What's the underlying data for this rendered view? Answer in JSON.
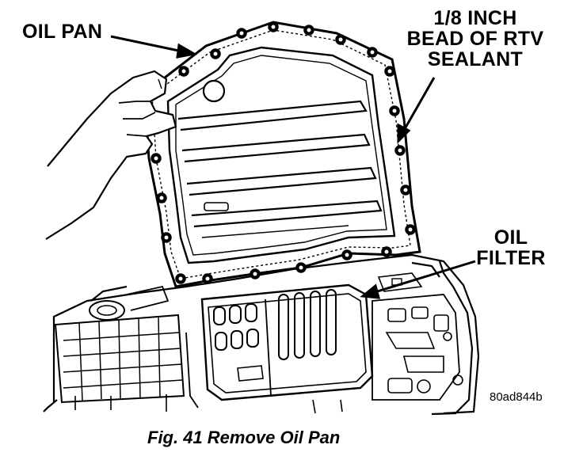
{
  "labels": {
    "oil_pan": "OIL PAN",
    "rtv_line1": "1/8 INCH",
    "rtv_line2": "BEAD OF RTV",
    "rtv_line3": "SEALANT",
    "filter_line1": "OIL",
    "filter_line2": "FILTER"
  },
  "figure_code": "80ad844b",
  "caption": "Fig. 41 Remove Oil Pan",
  "colors": {
    "ink": "#000000",
    "paper": "#ffffff"
  }
}
